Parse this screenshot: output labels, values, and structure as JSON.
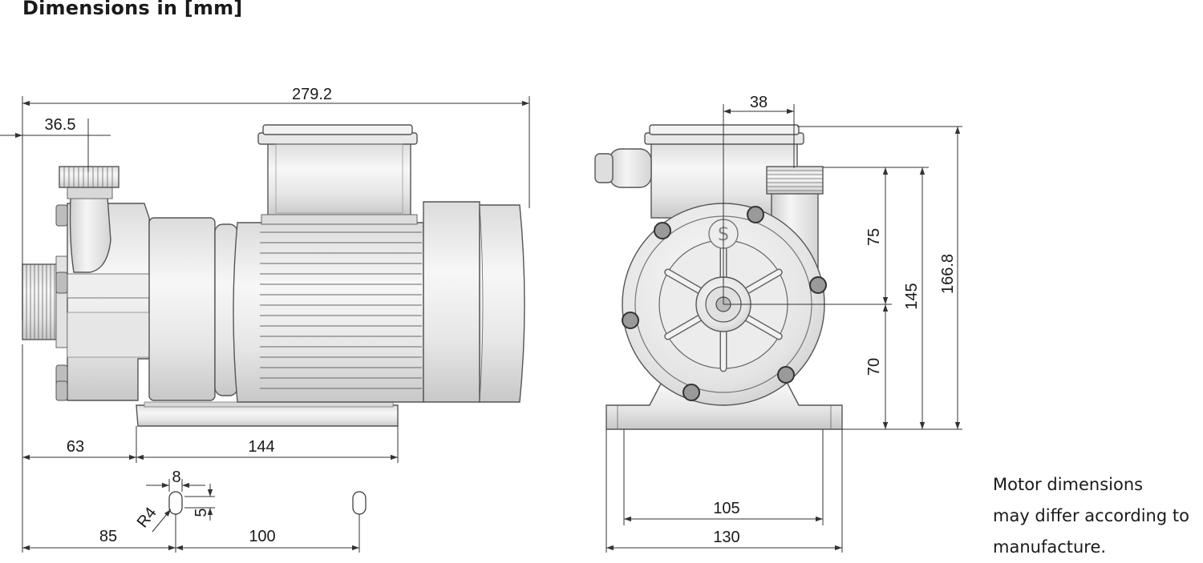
{
  "title": "Dimensions in [mm]",
  "side_view": {
    "overall_length": "279.2",
    "outlet_offset": "36.5",
    "front_to_base": "63",
    "base_length": "144",
    "slot_width": "8",
    "slot_radius": "R4",
    "slot_height": "5",
    "front_to_first_slot": "85",
    "slot_spacing": "100"
  },
  "front_view": {
    "outlet_center_offset": "38",
    "upper_height": "75",
    "lower_height": "70",
    "shaft_to_outlet_height": "145",
    "total_height": "166.8",
    "hole_spacing": "105",
    "base_width": "130"
  },
  "logo_letter": "S",
  "note": {
    "line1": "Motor dimensions",
    "line2": "may differ according to",
    "line3": "manufacture."
  }
}
